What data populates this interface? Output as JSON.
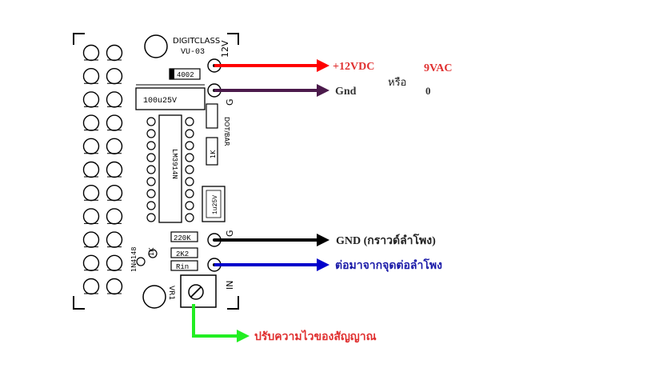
{
  "board": {
    "brand": "DIGITCLASS",
    "model": "VU-03",
    "ic_label": "LM3914N",
    "cap_top": "100u25V",
    "cap_small": "1u25V",
    "diode_top": "4002",
    "res_1k_mid": "1K",
    "res_220k": "220K",
    "res_2k2": "2K2",
    "res_rin": "Rin",
    "diode_left": "1N4148",
    "res_1k_left": "1K",
    "pot_label": "VR1",
    "jumper_label": "DOT/BAR",
    "pin_12v": "12V",
    "pin_g_top": "G",
    "pin_g_bottom": "G",
    "pin_in": "IN"
  },
  "annotations": {
    "power_plus": "+12VDC",
    "power_gnd": "Gnd",
    "or_word": "หรือ",
    "ac_value": "9VAC",
    "ac_zero": "0",
    "gnd_speaker": "GND (กราวด์ลำโพง)",
    "in_speaker": "ต่อมาจากจุดต่อลำโพง",
    "pot_note": "ปรับความไวของสัญญาณ"
  },
  "colors": {
    "red": "#ff0000",
    "purple": "#4b1a4b",
    "black": "#000000",
    "blue": "#0000cc",
    "green": "#22ee22",
    "red_text": "#e03030",
    "blue_text": "#1a1aa8"
  }
}
